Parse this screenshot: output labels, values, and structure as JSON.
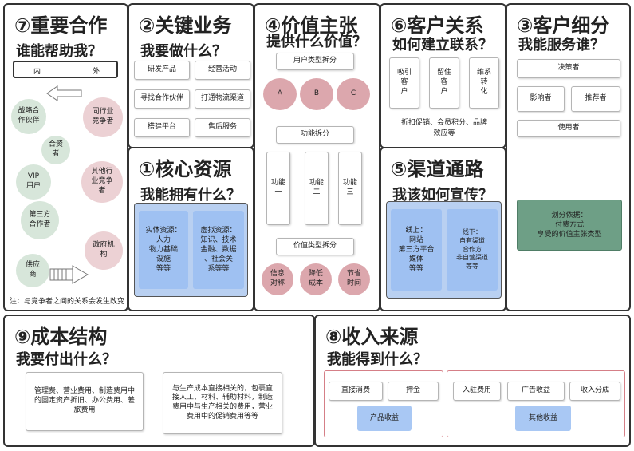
{
  "p7": {
    "title": "⑦重要合作",
    "subtitle": "谁能帮助我？",
    "inner": "内",
    "outer": "外",
    "circles": [
      "战略合\n作伙伴",
      "合资\n者",
      "VIP\n用户",
      "第三方\n合作者",
      "供应\n商",
      "同行业\n竞争者",
      "其他行\n业竞争\n者",
      "政府机\n构"
    ],
    "note": "注：与竞争者之间的关系会发生改变"
  },
  "p2": {
    "title": "②关键业务",
    "subtitle": "我要做什么？",
    "items": [
      "研发产品",
      "经营活动",
      "寻找合作伙伴",
      "打通物流渠道",
      "搭建平台",
      "售后服务"
    ]
  },
  "p1": {
    "title": "①核心资源",
    "subtitle": "我能拥有什么？",
    "boxes": [
      "实体资源：\n人力\n物力基础\n设施\n等等",
      "虚拟资源：\n知识、技术\n金融、数据\n、社会关\n系等等"
    ]
  },
  "p4": {
    "title": "④价值主张",
    "subtitle": "提供什么价值？",
    "user_split": "用户类型拆分",
    "abc": [
      "A",
      "B",
      "C"
    ],
    "func_split": "功能拆分",
    "funcs": [
      "功能\n一",
      "功能\n二",
      "功能\n三"
    ],
    "value_split": "价值类型拆分",
    "values": [
      "信息\n对称",
      "降低\n成本",
      "节省\n时间"
    ]
  },
  "p6": {
    "title": "⑥客户关系",
    "subtitle": "如何建立联系？",
    "steps": [
      "吸引\n客\n户",
      "留住\n客\n户",
      "维系\n转\n化"
    ],
    "desc": "折扣促销、会员积分、品牌\n效应等"
  },
  "p5": {
    "title": "⑤渠道通路",
    "subtitle": "我该如何宣传？",
    "boxes": [
      "线上：\n网站\n第三方平台\n媒体\n等等",
      "线下：\n自有渠道\n合作方\n非自营渠道\n等等"
    ]
  },
  "p3": {
    "title": "③客户细分",
    "subtitle": "我能服务谁？",
    "items": [
      "决策者",
      "影响者",
      "推荐者",
      "使用者"
    ],
    "basis": "划分依据：\n付费方式\n享受的价值主张类型"
  },
  "p9": {
    "title": "⑨成本结构",
    "subtitle": "我要付出什么？",
    "boxes": [
      "管理费、营业费用、制造费用中\n的固定资产折旧、办公费用、差\n旅费用",
      "与生产成本直接相关的，包裹直\n接人工、材料、辅助材料，制造\n费用中与生产相关的费用，营业\n费用中的促销费用等等"
    ]
  },
  "p8": {
    "title": "⑧收入来源",
    "subtitle": "我能得到什么？",
    "left": [
      "直接消费",
      "押金"
    ],
    "left_sum": "产品收益",
    "right": [
      "入驻费用",
      "广告收益",
      "收入分成"
    ],
    "right_sum": "其他收益"
  },
  "colors": {
    "green": "#d7e6da",
    "pink": "#ecd1d4",
    "rose": "#dca7ad",
    "blue": "#a9c8f4",
    "dark_green": "#6e9f86"
  }
}
